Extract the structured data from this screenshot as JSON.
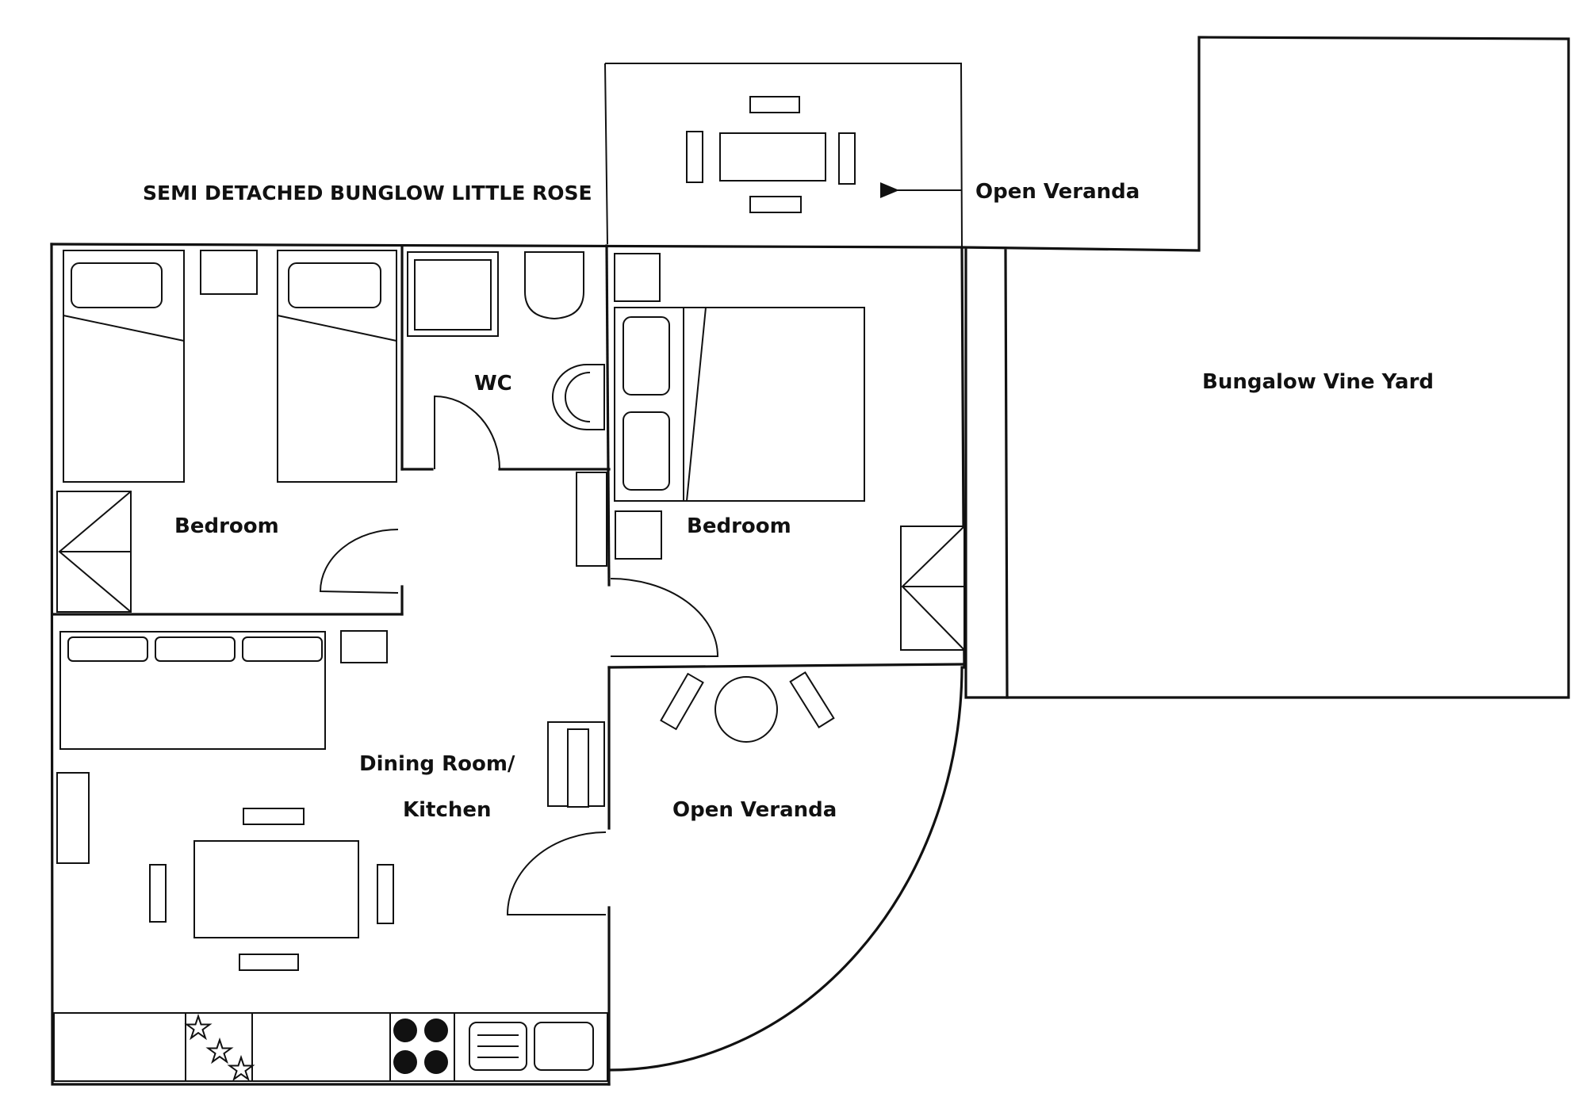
{
  "title": "SEMI DETACHED BUNGLOW LITTLE ROSE",
  "rooms": {
    "top_veranda": "Open Veranda",
    "vine_yard": "Bungalow Vine Yard",
    "wc": "WC",
    "bedroom_left": "Bedroom",
    "bedroom_right": "Bedroom",
    "dining_line1": "Dining Room/",
    "dining_line2": "Kitchen",
    "side_veranda": "Open Veranda"
  },
  "colors": {
    "line": "#111111",
    "background": "#ffffff"
  }
}
